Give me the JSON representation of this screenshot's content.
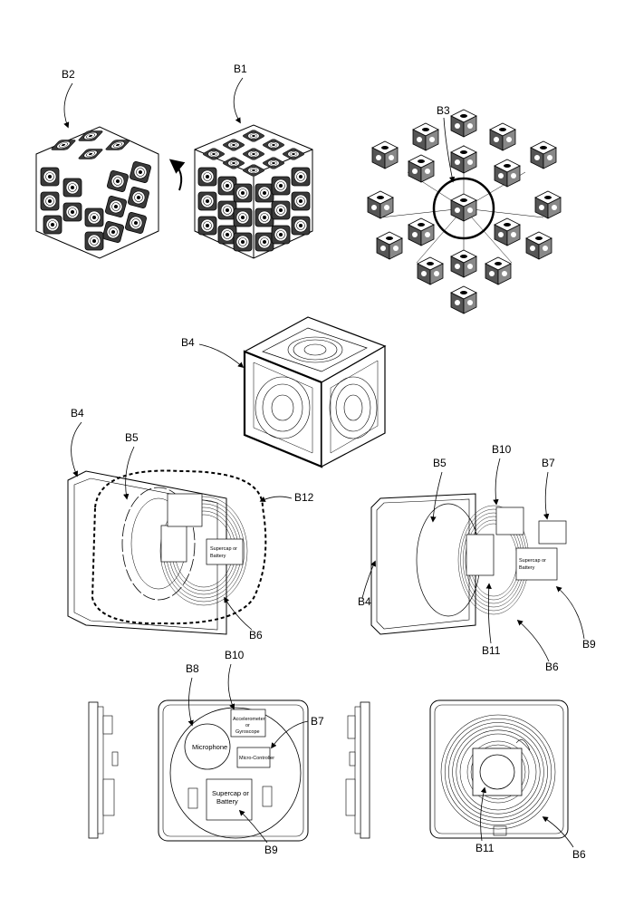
{
  "labels": {
    "b1": "B1",
    "b2": "B2",
    "b3": "B3",
    "b4_top": "B4",
    "b4_left": "B4",
    "b4_right": "B4",
    "b5_left": "B5",
    "b5_right": "B5",
    "b6_left": "B6",
    "b6_right": "B6",
    "b6_bottom": "B6",
    "b7_right": "B7",
    "b7_bottom": "B7",
    "b8": "B8",
    "b9_right": "B9",
    "b9_bottom": "B9",
    "b10_right": "B10",
    "b10_bottom": "B10",
    "b11_right": "B11",
    "b11_bottom": "B11",
    "b12": "B12"
  },
  "components": {
    "microphone": "Microphone",
    "accel_line1": "Accelerometer",
    "accel_line2": "or",
    "accel_line3": "Gyroscope",
    "microcontroller": "Micro-Controller",
    "supercap_line1": "Supercap or",
    "supercap_line2": "Battery"
  },
  "colors": {
    "ink": "#000000",
    "paper": "#ffffff",
    "face": "#3a3a3a"
  }
}
